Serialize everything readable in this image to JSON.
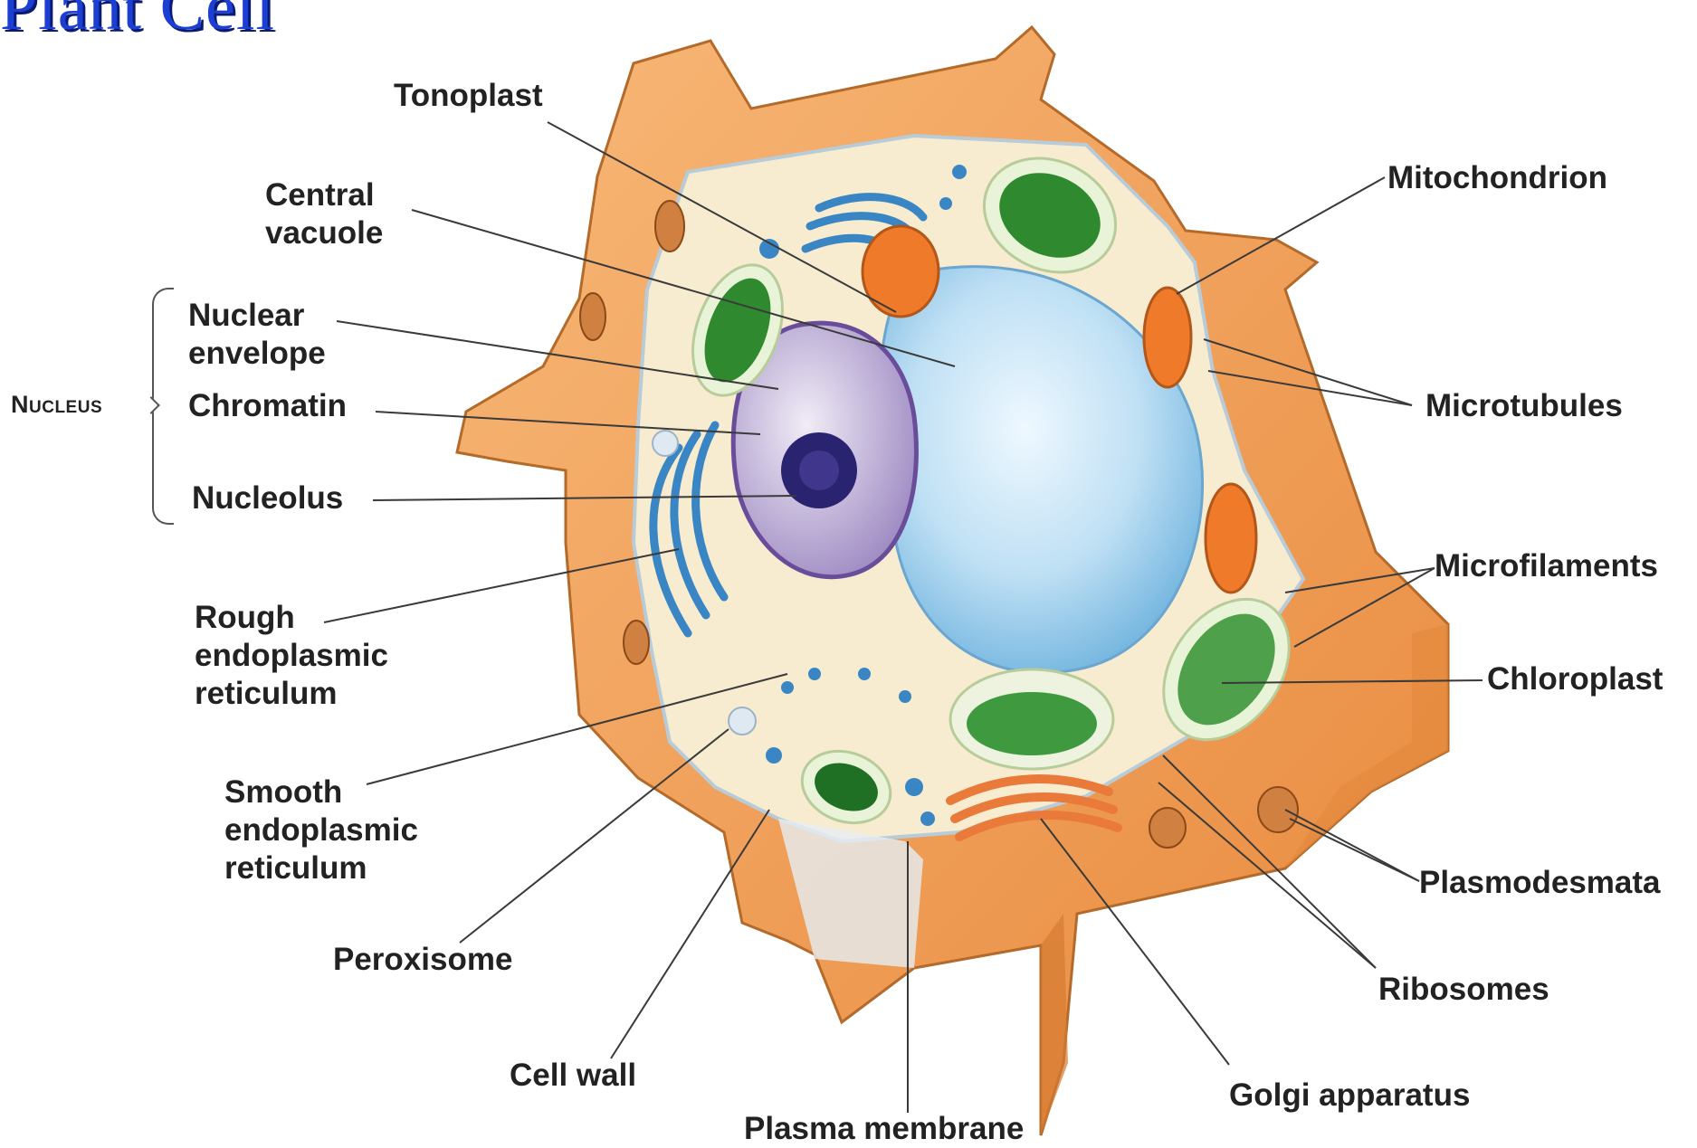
{
  "title": "Plant Cell",
  "nucleus_group": "Nucleus",
  "labels": {
    "tonoplast": "Tonoplast",
    "central_vacuole": "Central\nvacuole",
    "nuclear_envelope": "Nuclear\nenvelope",
    "chromatin": "Chromatin",
    "nucleolus": "Nucleolus",
    "rough_er": "Rough\nendoplasmic\nreticulum",
    "smooth_er": "Smooth\nendoplasmic\nreticulum",
    "peroxisome": "Peroxisome",
    "cell_wall": "Cell wall",
    "plasma_membrane": "Plasma membrane",
    "golgi": "Golgi apparatus",
    "ribosomes": "Ribosomes",
    "plasmodesmata": "Plasmodesmata",
    "chloroplast": "Chloroplast",
    "microfilaments": "Microfilaments",
    "microtubules": "Microtubules",
    "mitochondrion": "Mitochondrion"
  },
  "colors": {
    "cell_wall": "#f3a15b",
    "cytoplasm": "#f7ecd0",
    "vacuole": "#bfe0f4",
    "nucleus": "#b9a6d2",
    "chloroplast": "#2f8a2f",
    "mitochondrion": "#ee7a2a",
    "er": "#3a86c4",
    "title": "#1b3fd3"
  }
}
